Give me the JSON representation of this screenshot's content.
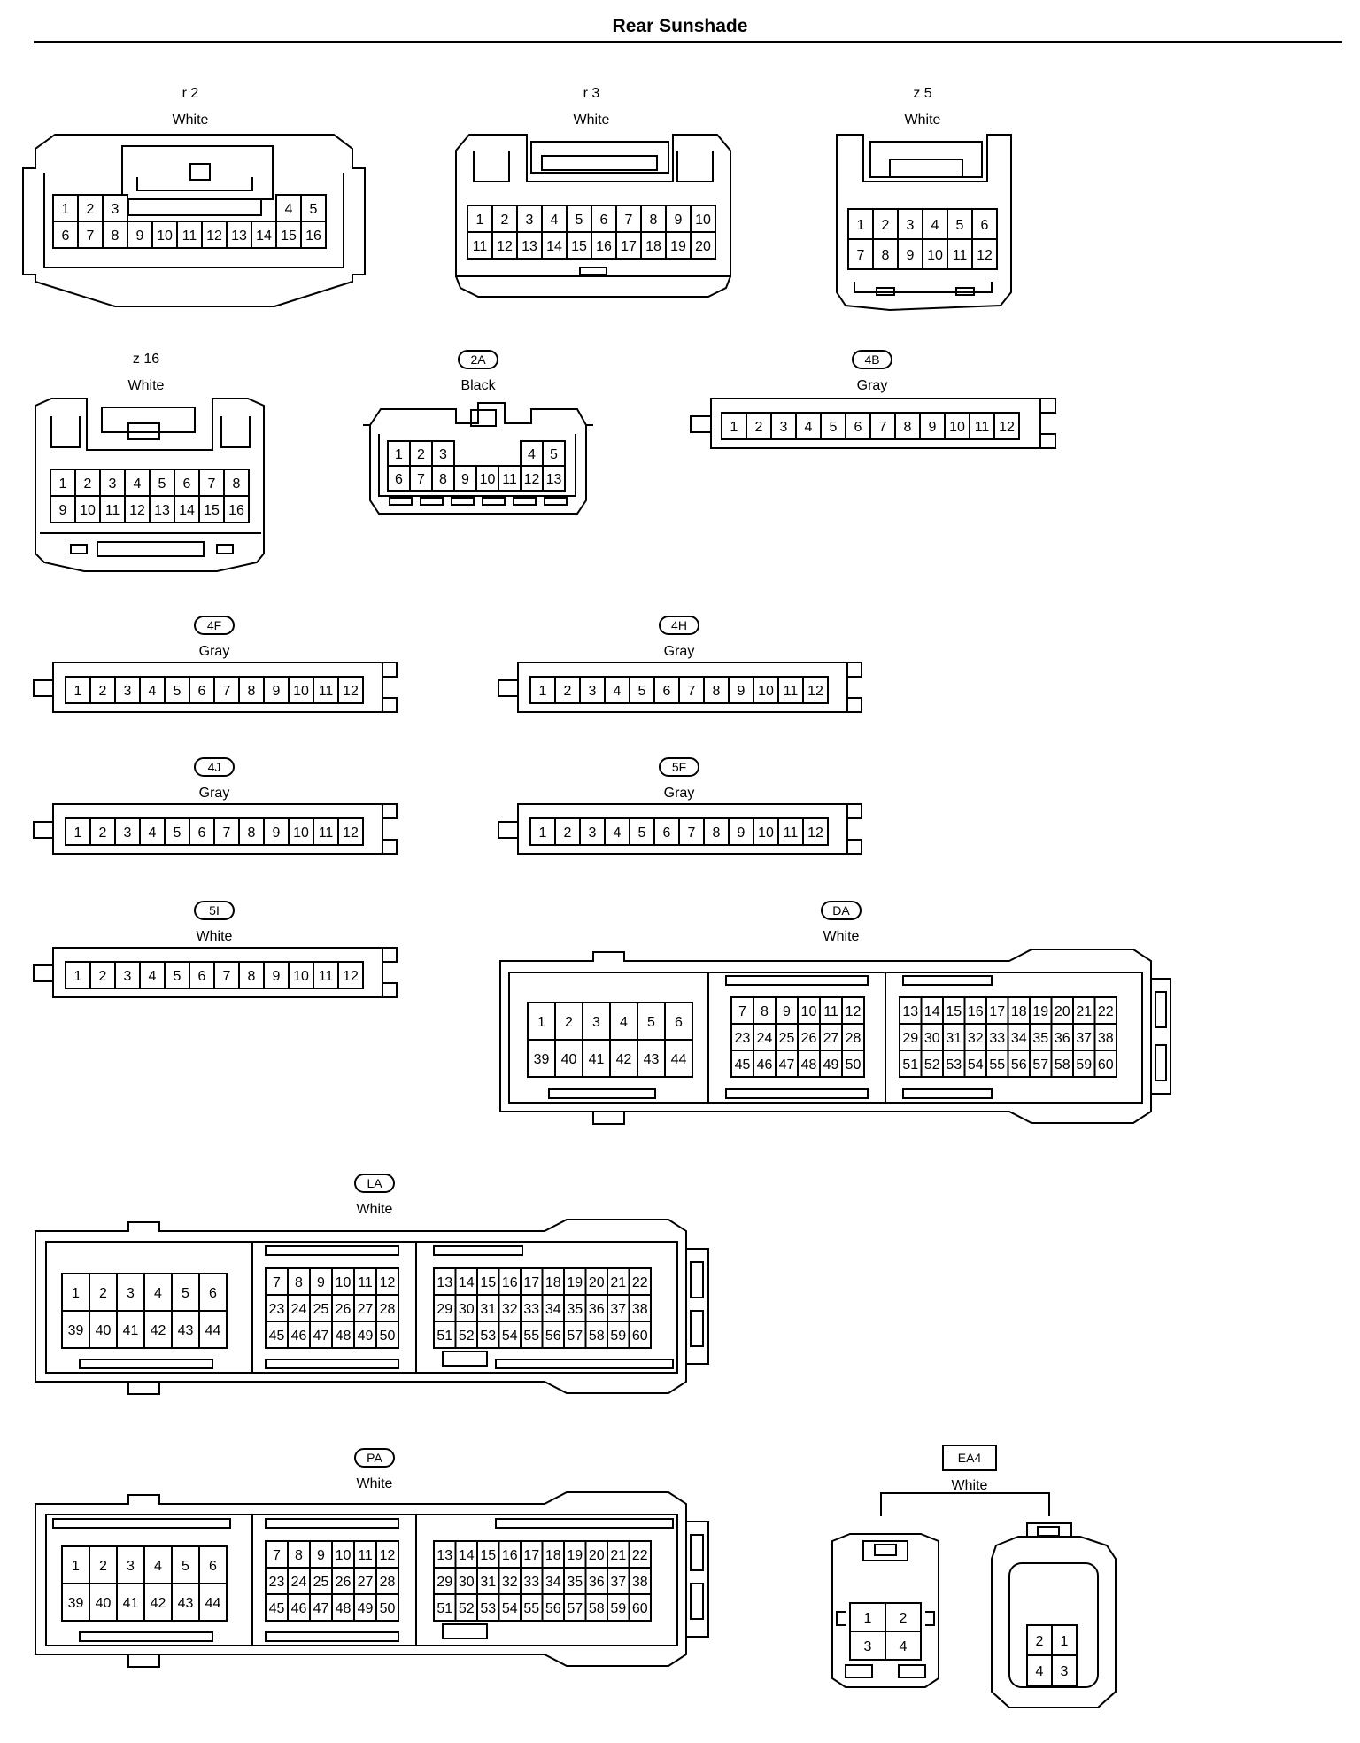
{
  "title": "Rear Sunshade",
  "connectors": [
    {
      "id": "r2",
      "code": "r 2",
      "tag": "none",
      "color": "White",
      "rows": [
        [
          "1",
          "2",
          "3",
          "",
          "",
          "",
          "",
          "",
          "",
          "4",
          "5"
        ],
        [
          "6",
          "7",
          "8",
          "9",
          "10",
          "11",
          "12",
          "13",
          "14",
          "15",
          "16"
        ]
      ]
    },
    {
      "id": "r3",
      "code": "r 3",
      "tag": "none",
      "color": "White",
      "rows": [
        [
          "1",
          "2",
          "3",
          "4",
          "5",
          "6",
          "7",
          "8",
          "9",
          "10"
        ],
        [
          "11",
          "12",
          "13",
          "14",
          "15",
          "16",
          "17",
          "18",
          "19",
          "20"
        ]
      ]
    },
    {
      "id": "z5",
      "code": "z 5",
      "tag": "none",
      "color": "White",
      "rows": [
        [
          "1",
          "2",
          "3",
          "4",
          "5",
          "6"
        ],
        [
          "7",
          "8",
          "9",
          "10",
          "11",
          "12"
        ]
      ]
    },
    {
      "id": "z16",
      "code": "z 16",
      "tag": "none",
      "color": "White",
      "rows": [
        [
          "1",
          "2",
          "3",
          "4",
          "5",
          "6",
          "7",
          "8"
        ],
        [
          "9",
          "10",
          "11",
          "12",
          "13",
          "14",
          "15",
          "16"
        ]
      ]
    },
    {
      "id": "2A",
      "code": "2A",
      "tag": "oval",
      "color": "Black",
      "rows": [
        [
          "1",
          "2",
          "3",
          "",
          "",
          "",
          "4",
          "5"
        ],
        [
          "6",
          "7",
          "8",
          "9",
          "10",
          "11",
          "12",
          "13"
        ]
      ]
    },
    {
      "id": "4B",
      "code": "4B",
      "tag": "oval",
      "color": "Gray",
      "rows": [
        [
          "1",
          "2",
          "3",
          "4",
          "5",
          "6",
          "7",
          "8",
          "9",
          "10",
          "11",
          "12"
        ]
      ]
    },
    {
      "id": "4F",
      "code": "4F",
      "tag": "oval",
      "color": "Gray",
      "rows": [
        [
          "1",
          "2",
          "3",
          "4",
          "5",
          "6",
          "7",
          "8",
          "9",
          "10",
          "11",
          "12"
        ]
      ]
    },
    {
      "id": "4H",
      "code": "4H",
      "tag": "oval",
      "color": "Gray",
      "rows": [
        [
          "1",
          "2",
          "3",
          "4",
          "5",
          "6",
          "7",
          "8",
          "9",
          "10",
          "11",
          "12"
        ]
      ]
    },
    {
      "id": "4J",
      "code": "4J",
      "tag": "oval",
      "color": "Gray",
      "rows": [
        [
          "1",
          "2",
          "3",
          "4",
          "5",
          "6",
          "7",
          "8",
          "9",
          "10",
          "11",
          "12"
        ]
      ]
    },
    {
      "id": "5F",
      "code": "5F",
      "tag": "oval",
      "color": "Gray",
      "rows": [
        [
          "1",
          "2",
          "3",
          "4",
          "5",
          "6",
          "7",
          "8",
          "9",
          "10",
          "11",
          "12"
        ]
      ]
    },
    {
      "id": "5I",
      "code": "5I",
      "tag": "oval",
      "color": "White",
      "rows": [
        [
          "1",
          "2",
          "3",
          "4",
          "5",
          "6",
          "7",
          "8",
          "9",
          "10",
          "11",
          "12"
        ]
      ]
    },
    {
      "id": "DA",
      "code": "DA",
      "tag": "oval",
      "color": "White",
      "blocks": [
        [
          [
            "1",
            "2",
            "3",
            "4",
            "5",
            "6"
          ],
          [
            "39",
            "40",
            "41",
            "42",
            "43",
            "44"
          ]
        ],
        [
          [
            "7",
            "8",
            "9",
            "10",
            "11",
            "12"
          ],
          [
            "23",
            "24",
            "25",
            "26",
            "27",
            "28"
          ],
          [
            "45",
            "46",
            "47",
            "48",
            "49",
            "50"
          ]
        ],
        [
          [
            "13",
            "14",
            "15",
            "16",
            "17",
            "18",
            "19",
            "20",
            "21",
            "22"
          ],
          [
            "29",
            "30",
            "31",
            "32",
            "33",
            "34",
            "35",
            "36",
            "37",
            "38"
          ],
          [
            "51",
            "52",
            "53",
            "54",
            "55",
            "56",
            "57",
            "58",
            "59",
            "60"
          ]
        ]
      ]
    },
    {
      "id": "LA",
      "code": "LA",
      "tag": "oval",
      "color": "White",
      "blocks": [
        [
          [
            "1",
            "2",
            "3",
            "4",
            "5",
            "6"
          ],
          [
            "39",
            "40",
            "41",
            "42",
            "43",
            "44"
          ]
        ],
        [
          [
            "7",
            "8",
            "9",
            "10",
            "11",
            "12"
          ],
          [
            "23",
            "24",
            "25",
            "26",
            "27",
            "28"
          ],
          [
            "45",
            "46",
            "47",
            "48",
            "49",
            "50"
          ]
        ],
        [
          [
            "13",
            "14",
            "15",
            "16",
            "17",
            "18",
            "19",
            "20",
            "21",
            "22"
          ],
          [
            "29",
            "30",
            "31",
            "32",
            "33",
            "34",
            "35",
            "36",
            "37",
            "38"
          ],
          [
            "51",
            "52",
            "53",
            "54",
            "55",
            "56",
            "57",
            "58",
            "59",
            "60"
          ]
        ]
      ]
    },
    {
      "id": "PA",
      "code": "PA",
      "tag": "oval",
      "color": "White",
      "blocks": [
        [
          [
            "1",
            "2",
            "3",
            "4",
            "5",
            "6"
          ],
          [
            "39",
            "40",
            "41",
            "42",
            "43",
            "44"
          ]
        ],
        [
          [
            "7",
            "8",
            "9",
            "10",
            "11",
            "12"
          ],
          [
            "23",
            "24",
            "25",
            "26",
            "27",
            "28"
          ],
          [
            "45",
            "46",
            "47",
            "48",
            "49",
            "50"
          ]
        ],
        [
          [
            "13",
            "14",
            "15",
            "16",
            "17",
            "18",
            "19",
            "20",
            "21",
            "22"
          ],
          [
            "29",
            "30",
            "31",
            "32",
            "33",
            "34",
            "35",
            "36",
            "37",
            "38"
          ],
          [
            "51",
            "52",
            "53",
            "54",
            "55",
            "56",
            "57",
            "58",
            "59",
            "60"
          ]
        ]
      ]
    },
    {
      "id": "EA4",
      "code": "EA4",
      "tag": "rect",
      "color": "White",
      "parts": [
        [
          [
            "1",
            "2"
          ],
          [
            "3",
            "4"
          ]
        ],
        [
          [
            "2",
            "1"
          ],
          [
            "4",
            "3"
          ]
        ]
      ]
    }
  ]
}
